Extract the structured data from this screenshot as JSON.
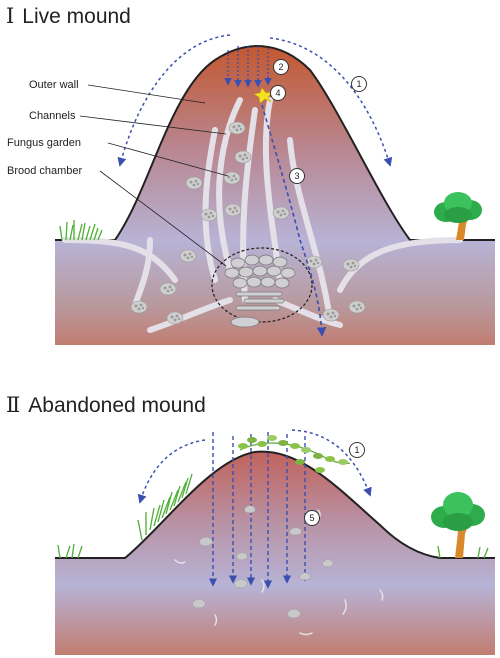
{
  "panel1": {
    "numeral": "Ⅰ",
    "title": "Live mound",
    "labels": {
      "outer_wall": "Outer wall",
      "channels": "Channels",
      "fungus_garden": "Fungus garden",
      "brood_chamber": "Brood chamber"
    },
    "markers": {
      "m1": "1",
      "m2": "2",
      "m3": "3",
      "m4": "4"
    }
  },
  "panel2": {
    "numeral": "Ⅱ",
    "title": "Abandoned mound",
    "markers": {
      "m1": "1",
      "m5": "5"
    }
  },
  "colors": {
    "mound_top": "#c85a2e",
    "mound_bottom": "#b9b6d8",
    "arrow": "#3a4fb0",
    "channel": "#e6e2ea",
    "grass": "#4caf33",
    "tree": "#2eab4a",
    "trunk": "#d9892a",
    "fungus": "#c8c8c8",
    "ground_line": "#222222"
  }
}
